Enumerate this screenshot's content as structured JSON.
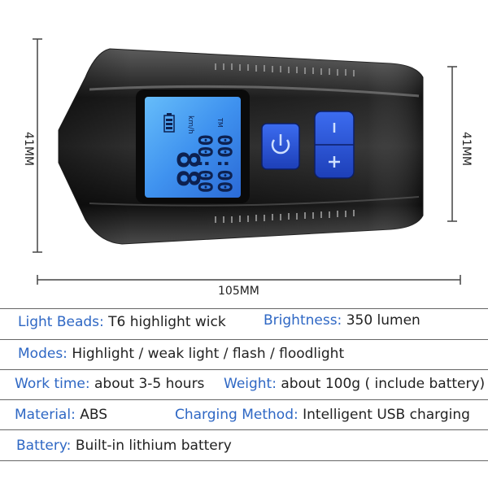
{
  "dimensions": {
    "height_left": "41MM",
    "height_right": "41MM",
    "length": "105MM"
  },
  "display": {
    "speed_digits": "88",
    "speed_unit": "km/h",
    "time": "00:00",
    "time_row2": "00:00",
    "trip_label": "TM"
  },
  "buttons": {
    "power_icon": "power-icon",
    "minus_icon": "minus-icon",
    "plus_icon": "plus-icon"
  },
  "specs": {
    "light_beads_label": "Light Beads:",
    "light_beads_value": "T6 highlight wick",
    "brightness_label": "Brightness:",
    "brightness_value": "350 lumen",
    "modes_label": "Modes:",
    "modes_value": "Highlight / weak light / flash / floodlight",
    "work_time_label": "Work time:",
    "work_time_value": "about 3-5 hours",
    "weight_label": "Weight:",
    "weight_value": "about 100g ( include battery)",
    "material_label": "Material:",
    "material_value": "ABS",
    "charging_label": "Charging Method:",
    "charging_value": "Intelligent USB charging",
    "battery_label": "Battery:",
    "battery_value": "Built-in lithium battery"
  },
  "colors": {
    "accent": "#2e67c4",
    "lcd": "#4aa6f5",
    "button": "#1f4fd8"
  }
}
